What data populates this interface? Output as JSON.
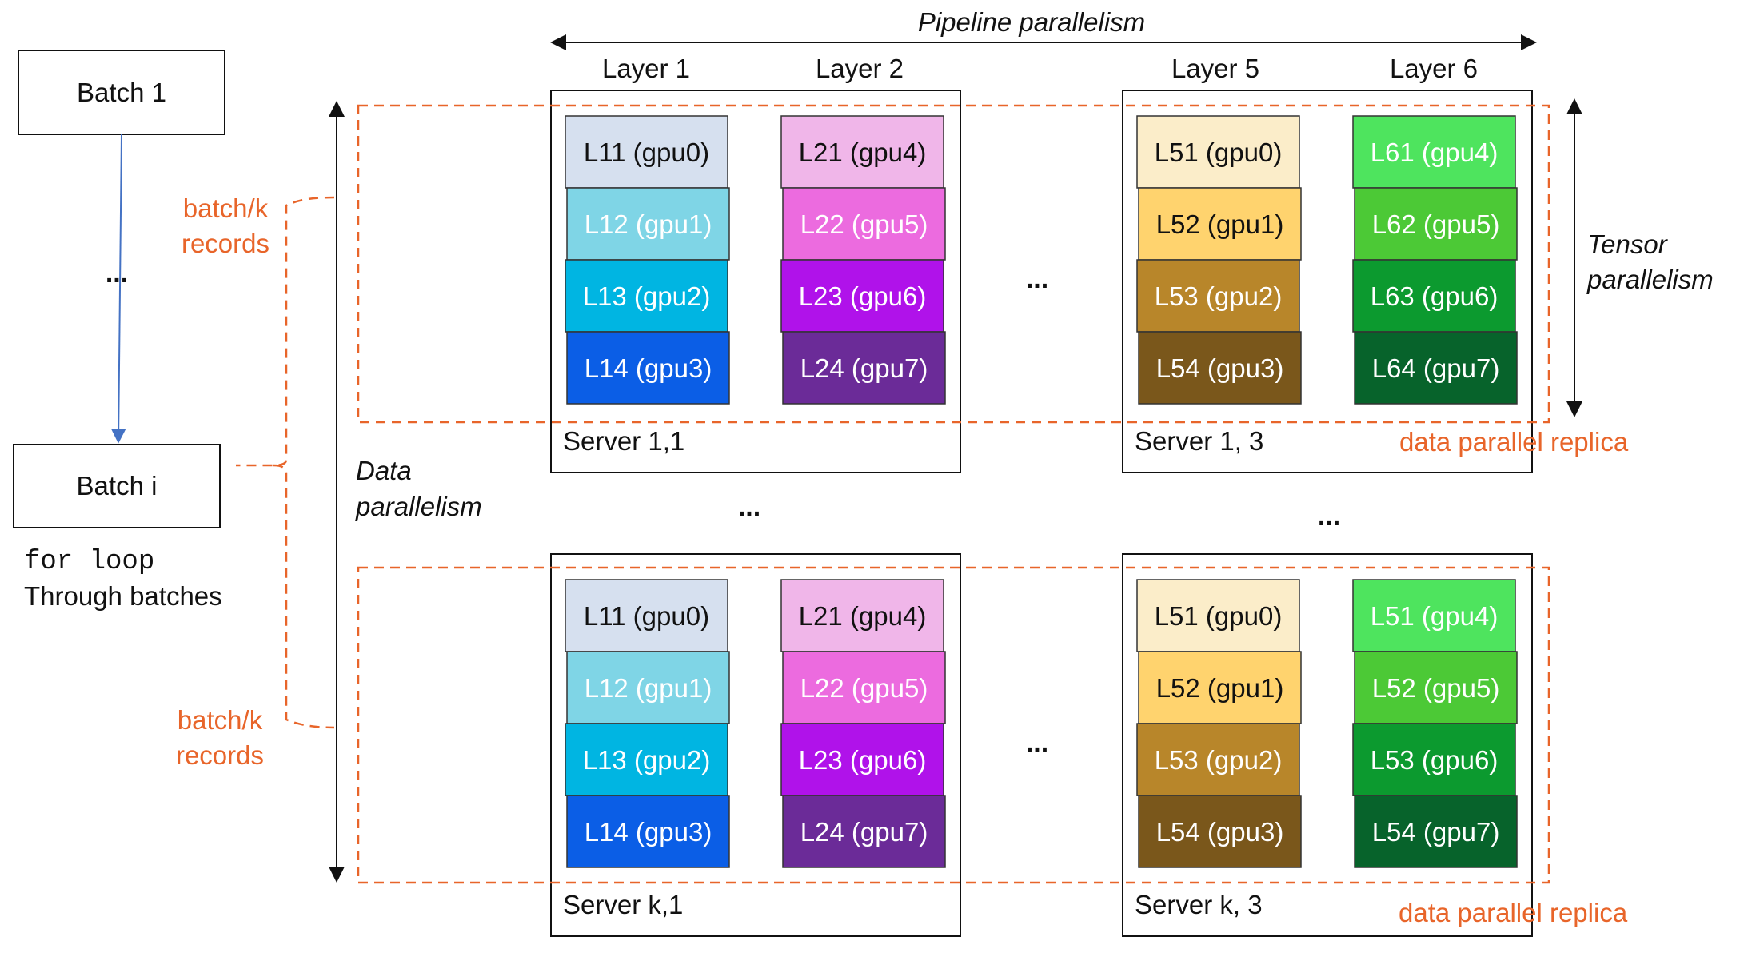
{
  "pipeline_label": "Pipeline parallelism",
  "tensor_label": [
    "Tensor",
    "parallelism"
  ],
  "data_parallelism_label": [
    "Data",
    "parallelism"
  ],
  "layers": {
    "l1": "Layer 1",
    "l2": "Layer 2",
    "l5": "Layer 5",
    "l6": "Layer 6"
  },
  "batches": {
    "first": "Batch 1",
    "ellipsis": "...",
    "current": "Batch i"
  },
  "loop_label": {
    "code": "for loop",
    "text": "Through batches"
  },
  "batch_records": [
    "batch/k",
    "records"
  ],
  "replica_label": "data parallel replica",
  "ellipsis": "...",
  "colors": {
    "dashed": "#e8652a",
    "arrow_blue": "#4472c4",
    "L1": [
      "#d6e0ef",
      "#7fd5e6",
      "#00b5e2",
      "#0b5ee6"
    ],
    "L2": [
      "#f0b6e9",
      "#ec6bdf",
      "#b012ea",
      "#6b2b98"
    ],
    "L5": [
      "#fbedc9",
      "#ffd36e",
      "#b8862a",
      "#7a571b"
    ],
    "L6": [
      "#4ee45e",
      "#4cc936",
      "#0c9a2f",
      "#07632b"
    ]
  },
  "servers": [
    {
      "label": "Server 1,1",
      "cells": [
        [
          "L11 (gpu0)",
          "L12 (gpu1)",
          "L13 (gpu2)",
          "L14 (gpu3)"
        ],
        [
          "L21 (gpu4)",
          "L22 (gpu5)",
          "L23 (gpu6)",
          "L24 (gpu7)"
        ]
      ]
    },
    {
      "label": "Server 1, 3",
      "cells": [
        [
          "L51 (gpu0)",
          "L52 (gpu1)",
          "L53 (gpu2)",
          "L54 (gpu3)"
        ],
        [
          "L61 (gpu4)",
          "L62 (gpu5)",
          "L63 (gpu6)",
          "L64 (gpu7)"
        ]
      ]
    },
    {
      "label": "Server k,1",
      "cells": [
        [
          "L11 (gpu0)",
          "L12 (gpu1)",
          "L13 (gpu2)",
          "L14 (gpu3)"
        ],
        [
          "L21 (gpu4)",
          "L22 (gpu5)",
          "L23 (gpu6)",
          "L24 (gpu7)"
        ]
      ]
    },
    {
      "label": "Server k, 3",
      "cells": [
        [
          "L51 (gpu0)",
          "L52 (gpu1)",
          "L53 (gpu2)",
          "L54 (gpu3)"
        ],
        [
          "L51 (gpu4)",
          "L52 (gpu5)",
          "L53 (gpu6)",
          "L54 (gpu7)"
        ]
      ]
    }
  ]
}
